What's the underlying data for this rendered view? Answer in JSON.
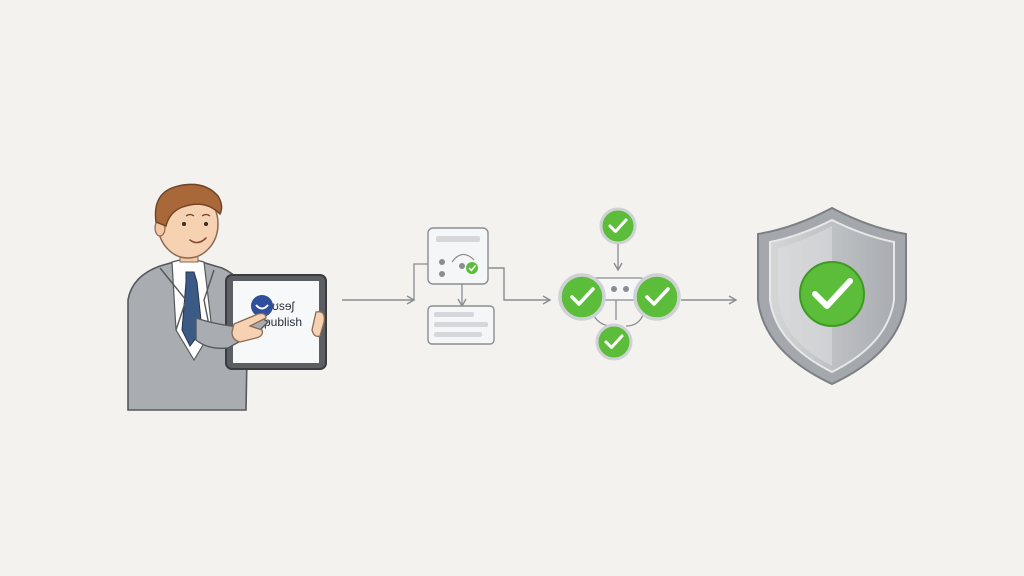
{
  "colors": {
    "background": "#f3f2ef",
    "check_green": "#5cbd3a",
    "check_green_dark": "#3f9a24",
    "shield_grey": "#b9bcbf",
    "arrow": "#8a8d90",
    "suit": "#a9acb0",
    "tie": "#3b5a85"
  },
  "tablet": {
    "line1": "ʊsɘʃ",
    "line2": "publish"
  },
  "icons": {
    "person": "person-with-tablet",
    "server": "server-box-icon",
    "document": "document-tray-icon",
    "hub": "verification-hub-icon",
    "check": "check-circle-icon",
    "shield": "shield-check-icon"
  }
}
